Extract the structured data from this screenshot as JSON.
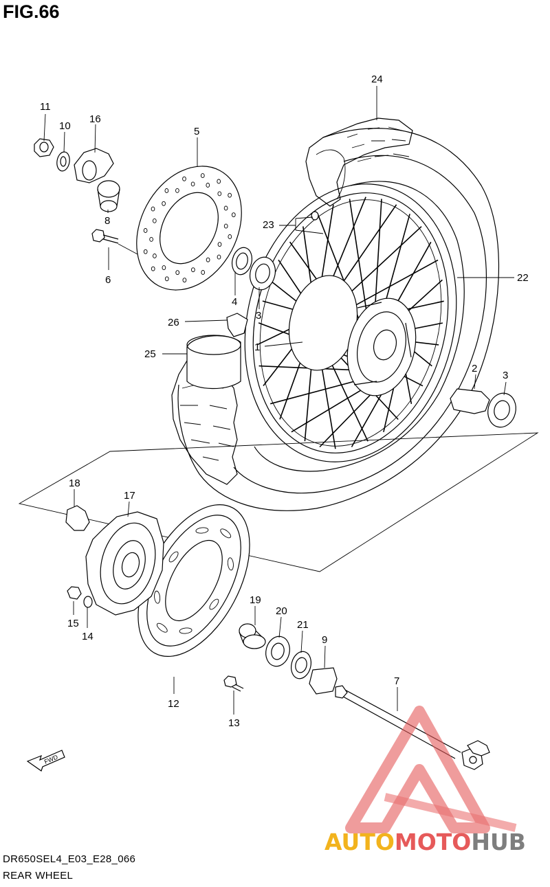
{
  "figure": {
    "title": "FIG.66"
  },
  "callouts": [
    {
      "id": "1",
      "label": "1"
    },
    {
      "id": "2",
      "label": "2"
    },
    {
      "id": "3a",
      "label": "3"
    },
    {
      "id": "3b",
      "label": "3"
    },
    {
      "id": "4",
      "label": "4"
    },
    {
      "id": "5",
      "label": "5"
    },
    {
      "id": "6",
      "label": "6"
    },
    {
      "id": "7",
      "label": "7"
    },
    {
      "id": "8",
      "label": "8"
    },
    {
      "id": "9",
      "label": "9"
    },
    {
      "id": "10",
      "label": "10"
    },
    {
      "id": "11",
      "label": "11"
    },
    {
      "id": "12",
      "label": "12"
    },
    {
      "id": "13",
      "label": "13"
    },
    {
      "id": "14",
      "label": "14"
    },
    {
      "id": "15",
      "label": "15"
    },
    {
      "id": "16",
      "label": "16"
    },
    {
      "id": "17",
      "label": "17"
    },
    {
      "id": "18",
      "label": "18"
    },
    {
      "id": "19",
      "label": "19"
    },
    {
      "id": "20",
      "label": "20"
    },
    {
      "id": "21",
      "label": "21"
    },
    {
      "id": "22",
      "label": "22"
    },
    {
      "id": "23",
      "label": "23"
    },
    {
      "id": "24",
      "label": "24"
    },
    {
      "id": "25",
      "label": "25"
    },
    {
      "id": "26",
      "label": "26"
    }
  ],
  "fwd_arrow": {
    "label": "FWD"
  },
  "footer": {
    "code": "DR650SEL4_E03_E28_066",
    "name": "REAR WHEEL"
  },
  "watermark": {
    "part1": "AUTO",
    "part2": "MOTO",
    "part3": "HUB",
    "colors": {
      "auto": "#f2b31d",
      "moto": "#e65a5a",
      "hub": "#7e7e7e"
    }
  }
}
